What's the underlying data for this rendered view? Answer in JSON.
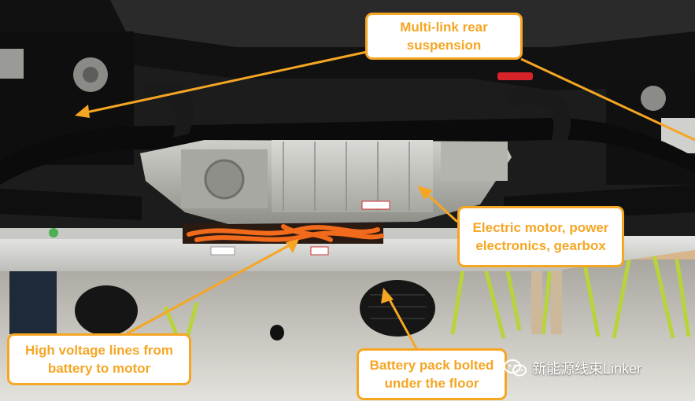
{
  "callouts": {
    "suspension": {
      "line1": "Multi-link rear",
      "line2": "suspension"
    },
    "motor": {
      "line1": "Electric motor, power",
      "line2": "electronics, gearbox"
    },
    "hv_lines": {
      "line1": "High voltage lines from",
      "line2": "battery to motor"
    },
    "battery": {
      "line1": "Battery pack bolted",
      "line2": "under the floor"
    }
  },
  "watermark": {
    "text": "新能源线束Linker",
    "icon": "wechat-icon"
  },
  "colors": {
    "accent": "#f5a623",
    "callout_bg": "#ffffff",
    "motor_housing": "#b9b9b4",
    "hv_cable": "#f26a1b",
    "battery_pack": "#d8d8d6",
    "frame": "#141414"
  }
}
